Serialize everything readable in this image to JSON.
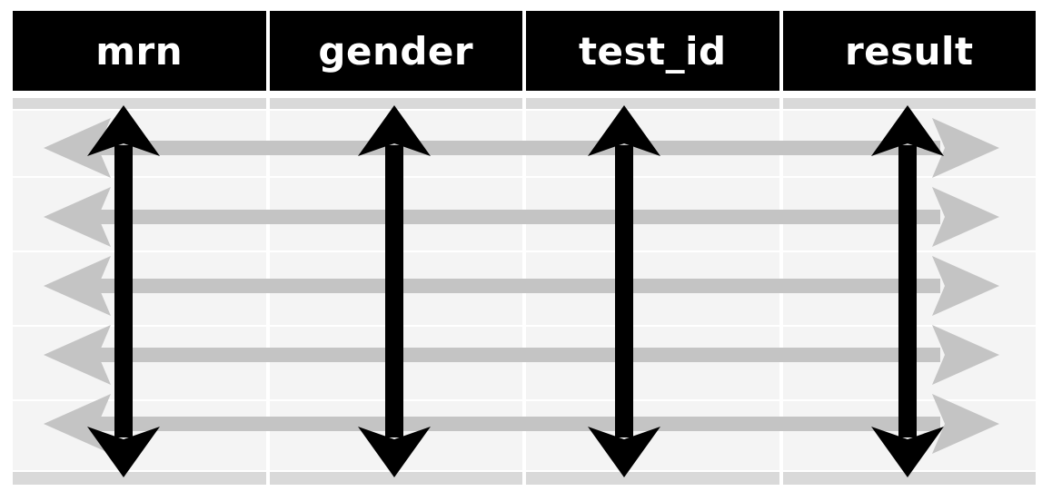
{
  "columns": [
    "mrn",
    "gender",
    "test_id",
    "result"
  ],
  "rows": 5,
  "colors": {
    "header_bg": "#000000",
    "header_text": "#ffffff",
    "cell_bg": "#f4f4f4",
    "edge_row_bg": "#d9d9d9",
    "row_arrow": "#c4c4c4",
    "column_arrow": "#000000"
  }
}
